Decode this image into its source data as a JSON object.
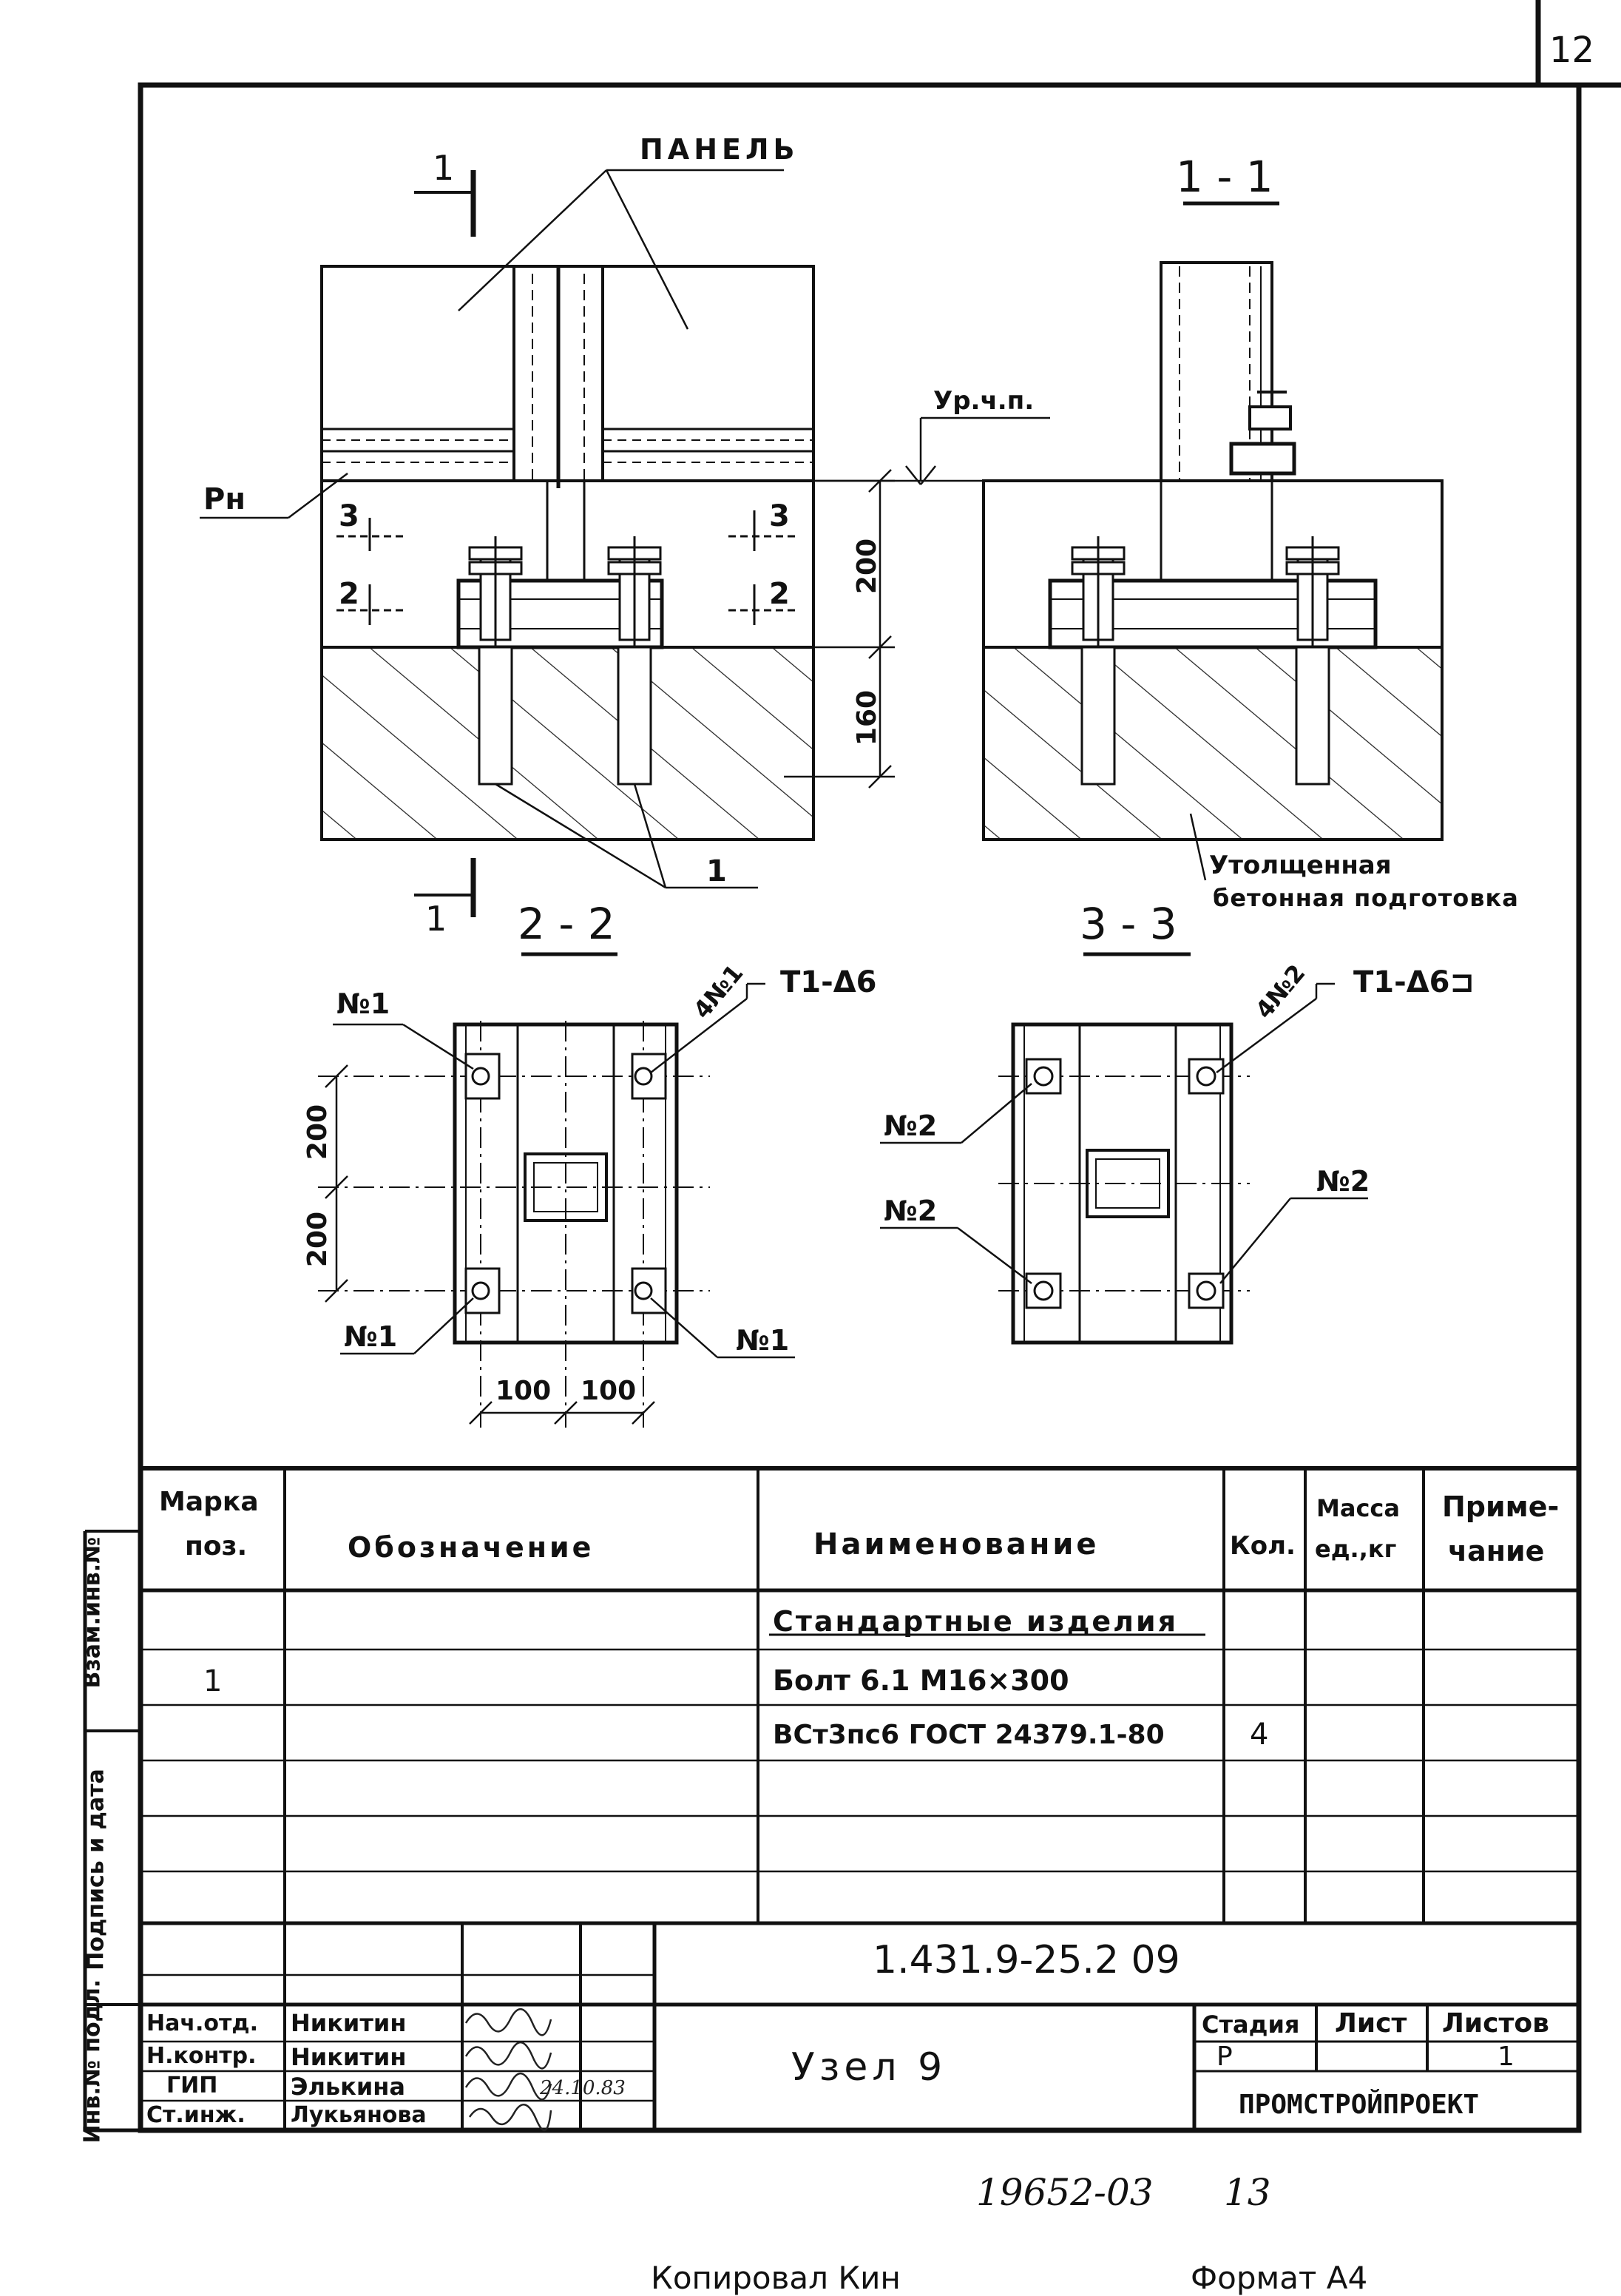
{
  "sheet_number": "12",
  "drawing": {
    "panel_label": "ПАНЕЛЬ",
    "section_mark": "1",
    "section_1_title": "1 - 1",
    "pn_label": "Рн",
    "level_label": "Ур.ч.п.",
    "cut_3_left": "3",
    "cut_3_right": "3",
    "cut_2_left": "2",
    "cut_2_right": "2",
    "dim_200": "200",
    "dim_160": "160",
    "callout_1": "1",
    "thick_label_1": "Утолщенная",
    "thick_label_2": "бетонная подготовка",
    "section_2_title": "2 - 2",
    "section_3_title": "3 - 3",
    "no1": "№1",
    "no2": "№2",
    "weld_left_count": "4№1",
    "weld_left": "Т1-Δ6",
    "weld_right_count": "4№2",
    "weld_right": "Т1-Δ6⊐",
    "dim_100": "100"
  },
  "spec_table": {
    "headers": {
      "mark_1": "Марка",
      "mark_2": "поз.",
      "designation": "Обозначение",
      "name": "Наименование",
      "qty": "Кол.",
      "mass_1": "Масса",
      "mass_2": "ед.,кг",
      "note_1": "Приме-",
      "note_2": "чание"
    },
    "group_title": "Стандартные изделия",
    "rows": [
      {
        "mark": "1",
        "name": "Болт 6.1 М16×300",
        "qty": ""
      },
      {
        "mark": "",
        "name": "ВСт3пс6 ГОСТ 24379.1-80",
        "qty": "4"
      }
    ]
  },
  "side_stamp": {
    "inv_podl": "Инв.№ подл.",
    "podpis": "Подпись и дата",
    "vzam": "Взам.инв.№"
  },
  "title_block": {
    "code": "1.431.9-25.2 09",
    "title": "Узел 9",
    "stage_label": "Стадия",
    "sheet_label": "Лист",
    "sheets_label": "Листов",
    "stage": "Р",
    "sheet": "",
    "sheets": "1",
    "company": "ПРОМСТРОЙПРОЕКТ",
    "people": [
      {
        "role": "Нач.отд.",
        "name": "Никитин",
        "date": ""
      },
      {
        "role": "Н.контр.",
        "name": "Никитин",
        "date": ""
      },
      {
        "role": "ГИП",
        "name": "Элькина",
        "date": "24.10.83"
      },
      {
        "role": "Ст.инж.",
        "name": "Лукьянова",
        "date": ""
      }
    ]
  },
  "footer": {
    "archive_no": "19652-03",
    "archive_page": "13",
    "copied_by": "Копировал Кин",
    "format": "Формат А4"
  }
}
